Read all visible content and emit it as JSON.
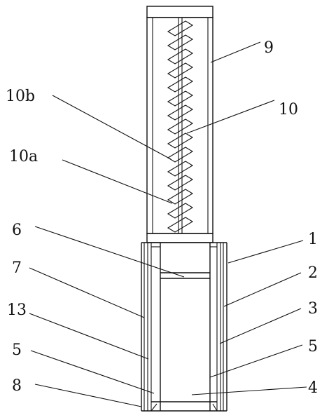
{
  "labels": {
    "l1": "1",
    "l2": "2",
    "l3": "3",
    "l4": "4",
    "l5_left": "5",
    "l5_right": "5",
    "l6": "6",
    "l7": "7",
    "l8": "8",
    "l9": "9",
    "l10": "10",
    "l10a": "10a",
    "l10b": "10b",
    "l13": "13"
  },
  "colors": {
    "line": "#111111",
    "background": "#ffffff"
  }
}
